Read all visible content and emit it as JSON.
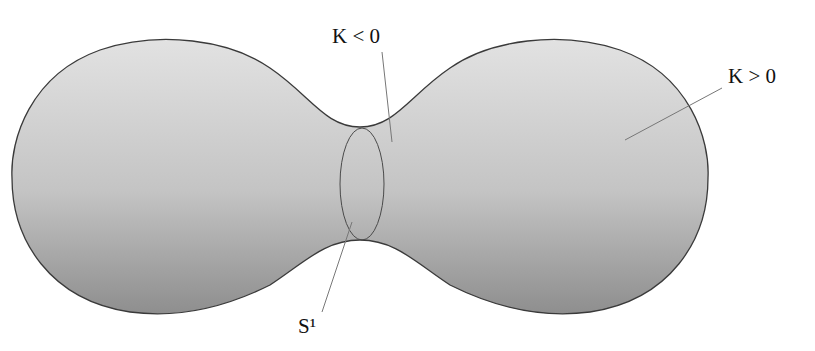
{
  "diagram": {
    "labels": [
      "K < 0",
      "K > 0",
      "S¹"
    ]
  }
}
